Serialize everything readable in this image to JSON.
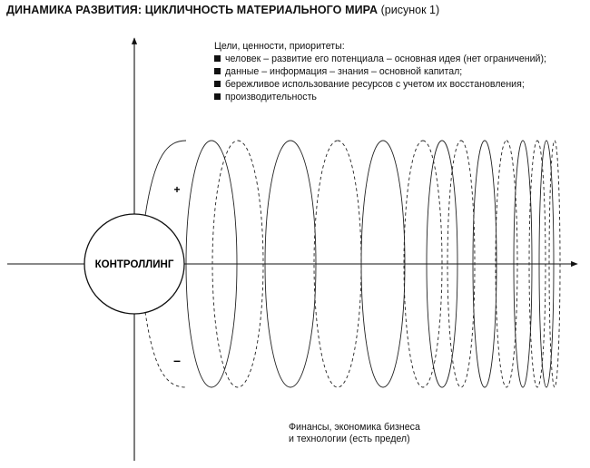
{
  "title": {
    "bold": "Динамика развития: цикличность материального мира",
    "normal": "(рисунок 1)"
  },
  "goals": {
    "header": "Цели, ценности, приоритеты:",
    "items": [
      "человек – развитие его потенциала – основная идея (нет ограничений);",
      "данные – информация – знания – основной капитал;",
      "бережливое использование ресурсов с учетом их восстановления;",
      "производительность"
    ]
  },
  "center_label": "КОНТРОЛЛИНГ",
  "plus_sign": "+",
  "minus_sign": "–",
  "bottom_note": {
    "line1": "Финансы, экономика бизнеса",
    "line2": "и технологии (есть предел)"
  }
}
